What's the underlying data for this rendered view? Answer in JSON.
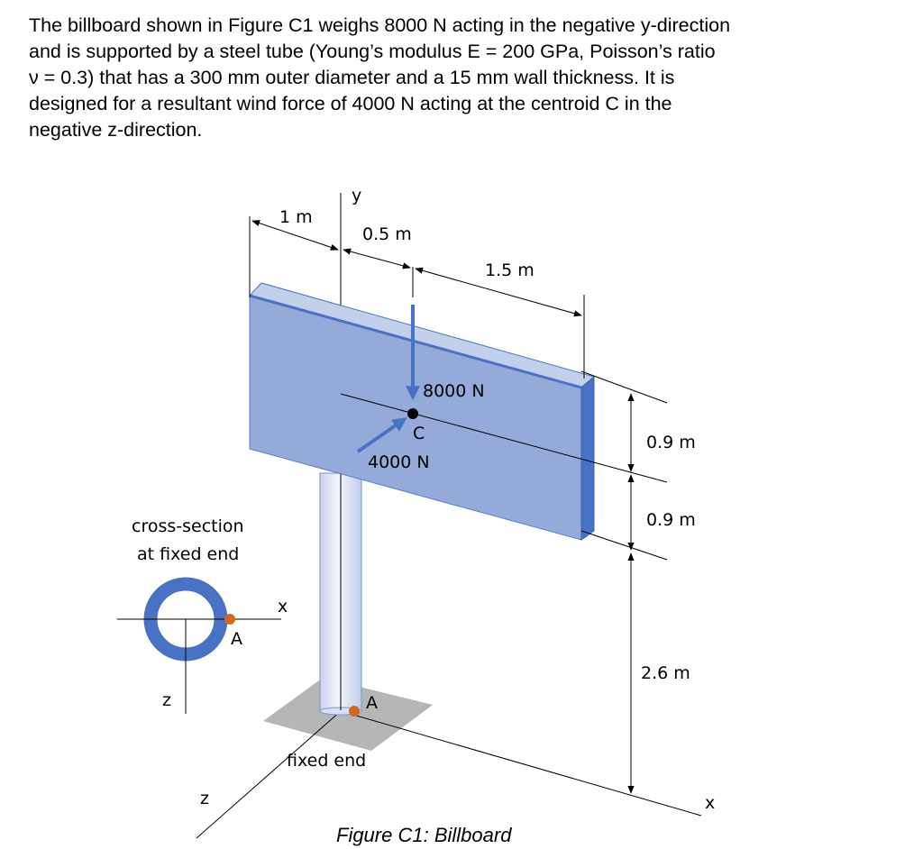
{
  "problem": {
    "lines": [
      "The billboard shown in Figure C1 weighs 8000 N acting in the negative y-direction",
      "and is supported by a steel tube (Young’s modulus E = 200 GPa, Poisson’s ratio",
      "ν = 0.3) that has a 300 mm outer diameter and a 15 mm wall thickness. It is",
      "designed for a resultant wind force of 4000 N acting at the centroid C in the",
      "negative z-direction."
    ]
  },
  "figure": {
    "axis_y": "y",
    "axis_x_section": "x",
    "axis_z_section": "z",
    "axis_z": "z",
    "axis_x": "x",
    "dim_1m": "1 m",
    "dim_05m": "0.5 m",
    "dim_15m": "1.5 m",
    "dim_09m_a": "0.9 m",
    "dim_09m_b": "0.9 m",
    "dim_26m": "2.6 m",
    "force_weight": "8000 N",
    "force_wind": "4000 N",
    "centroid_label": "C",
    "point_a_section": "A",
    "point_a_base": "A",
    "cross_section_line1": "cross-section",
    "cross_section_line2": "at fixed end",
    "fixed_end_label": "fixed end",
    "caption": "Figure C1: Billboard",
    "colors": {
      "board_front": "#94ABDA",
      "board_top": "#C3D0EC",
      "board_edge": "#4A72C4",
      "tube_ring": "#4A72C4",
      "point_a": "#D2691E",
      "base_plate": "#A9A9A9"
    }
  }
}
